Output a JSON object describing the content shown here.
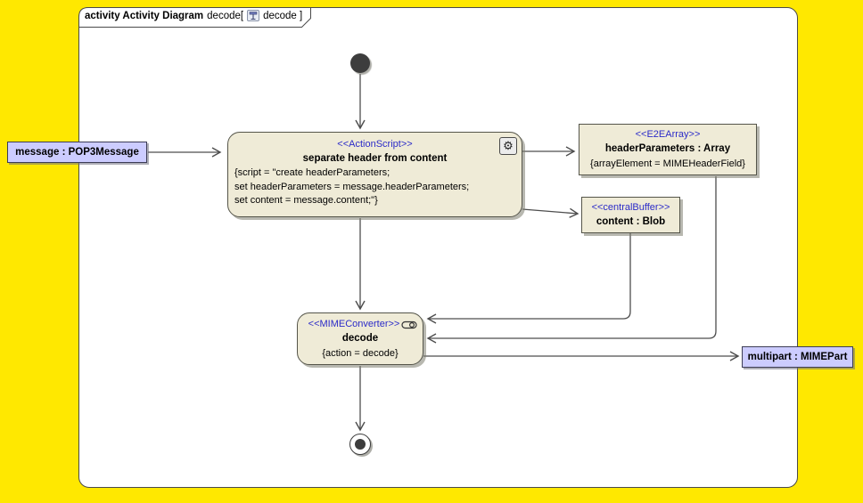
{
  "tab": {
    "keyword_and_type": "activity Activity Diagram",
    "pre_icon_text": "decode[",
    "post_icon_text": "decode ]"
  },
  "action_node": {
    "stereotype": "<<ActionScript>>",
    "name": "separate header from content",
    "script_lines": [
      "{script = \"create headerParameters;",
      "set headerParameters = message.headerParameters;",
      "set content = message.content;\"}"
    ],
    "icon": "gear-icon"
  },
  "input_parameter": {
    "label": "message : POP3Message"
  },
  "array_node": {
    "stereotype": "<<E2EArray>>",
    "name": "headerParameters : Array",
    "constraint": "{arrayElement = MIMEHeaderField}"
  },
  "buffer_node": {
    "stereotype": "<<centralBuffer>>",
    "name": "content : Blob"
  },
  "decode_node": {
    "stereotype": "<<MIMEConverter>>",
    "name": "decode",
    "constraint": "{action = decode}",
    "icon": "pin-stadium-icon"
  },
  "output_parameter": {
    "label": "multipart : MIMEPart"
  },
  "icons": {
    "gear": "⚙",
    "tab_icon": "activity-diagram-icon"
  },
  "colors": {
    "background": "#FFE800",
    "frame_fill": "#FFFFFF",
    "frame_border": "#4A4A4A",
    "node_fill": "#EFEBD7",
    "node_border": "#55554A",
    "stereotype_text": "#2B2BC8",
    "parameter_fill": "#CCCCFF",
    "edge": "#4D4D4D",
    "shadow": "#7D7D70"
  }
}
